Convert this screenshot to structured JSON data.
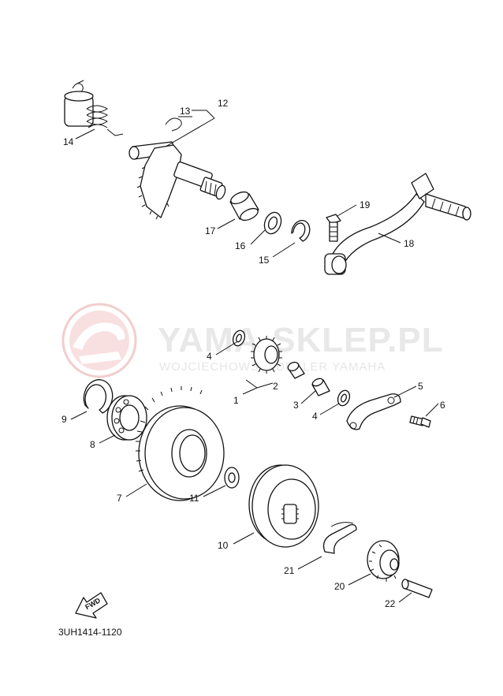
{
  "watermark": {
    "title": "YAMA-SKLEP.PL",
    "subtitle": "WOJCIECHOWSKI DEALER YAMAHA",
    "brand_color": "#e8a5a5"
  },
  "diagram_code": "3UH1414-1120",
  "fwd_label": "FWD",
  "callouts": {
    "p1": "1",
    "p2": "2",
    "p3": "3",
    "p4a": "4",
    "p4b": "4",
    "p5": "5",
    "p6": "6",
    "p7": "7",
    "p8": "8",
    "p9": "9",
    "p10": "10",
    "p11": "11",
    "p12": "12",
    "p13": "13",
    "p14": "14",
    "p15": "15",
    "p16": "16",
    "p17": "17",
    "p18": "18",
    "p19": "19",
    "p20": "20",
    "p21": "21",
    "p22": "22"
  }
}
